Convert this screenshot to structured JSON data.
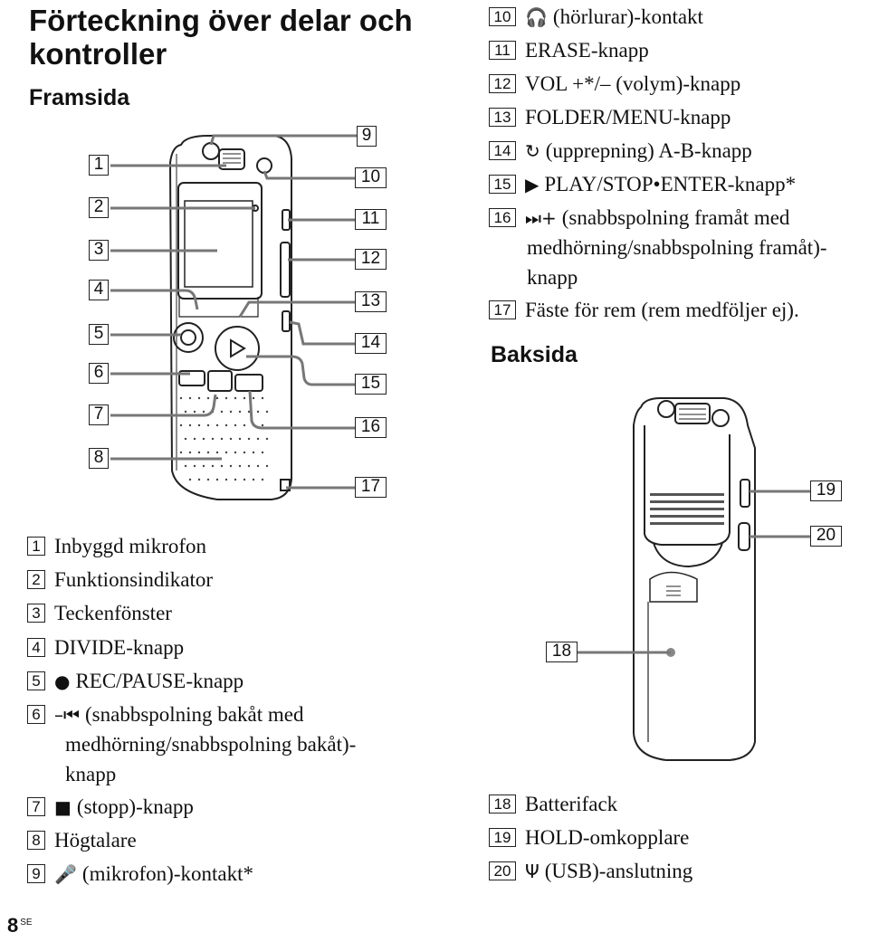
{
  "page": {
    "title": "Förteckning över delar och kontroller",
    "front_heading": "Framsida",
    "back_heading": "Baksida",
    "page_number": "8",
    "page_suffix": "SE"
  },
  "callouts_front": [
    "1",
    "2",
    "3",
    "4",
    "5",
    "6",
    "7",
    "8"
  ],
  "callouts_right": [
    "9",
    "10",
    "11",
    "12",
    "13",
    "14",
    "15",
    "16",
    "17"
  ],
  "callouts_back": [
    "18",
    "19",
    "20"
  ],
  "left_list": [
    {
      "num": "1",
      "symbol": "",
      "text": "Inbyggd mikrofon"
    },
    {
      "num": "2",
      "symbol": "",
      "text": "Funktionsindikator"
    },
    {
      "num": "3",
      "symbol": "",
      "text": "Teckenfönster"
    },
    {
      "num": "4",
      "symbol": "",
      "text": "DIVIDE-knapp"
    },
    {
      "num": "5",
      "symbol": "●",
      "text": "REC/PAUSE-knapp"
    },
    {
      "num": "6",
      "symbol": "–⏮",
      "text": "(snabbspolning bakåt med"
    },
    {
      "num": "",
      "symbol": "",
      "text": "medhörning/snabbspolning bakåt)-"
    },
    {
      "num": "",
      "symbol": "",
      "text": "knapp"
    },
    {
      "num": "7",
      "symbol": "■",
      "text": "(stopp)-knapp"
    },
    {
      "num": "8",
      "symbol": "",
      "text": "Högtalare"
    },
    {
      "num": "9",
      "symbol": "🎤",
      "text": "(mikrofon)-kontakt*"
    }
  ],
  "right_list": [
    {
      "num": "10",
      "symbol": "🎧",
      "text": "(hörlurar)-kontakt"
    },
    {
      "num": "11",
      "symbol": "",
      "text": "ERASE-knapp"
    },
    {
      "num": "12",
      "symbol": "",
      "text": "VOL +*/– (volym)-knapp"
    },
    {
      "num": "13",
      "symbol": "",
      "text": "FOLDER/MENU-knapp"
    },
    {
      "num": "14",
      "symbol": "↻",
      "text": "(upprepning) A-B-knapp"
    },
    {
      "num": "15",
      "symbol": "▶",
      "text": "PLAY/STOP•ENTER-knapp*"
    },
    {
      "num": "16",
      "symbol": "⏭+",
      "text": "(snabbspolning framåt med"
    },
    {
      "num": "",
      "symbol": "",
      "text": "medhörning/snabbspolning framåt)-"
    },
    {
      "num": "",
      "symbol": "",
      "text": "knapp"
    },
    {
      "num": "17",
      "symbol": "",
      "text": "Fäste för rem (rem medföljer ej)."
    }
  ],
  "back_list": [
    {
      "num": "18",
      "symbol": "",
      "text": "Batterifack"
    },
    {
      "num": "19",
      "symbol": "",
      "text": "HOLD-omkopplare"
    },
    {
      "num": "20",
      "symbol": "Ψ",
      "text": "(USB)-anslutning"
    }
  ]
}
